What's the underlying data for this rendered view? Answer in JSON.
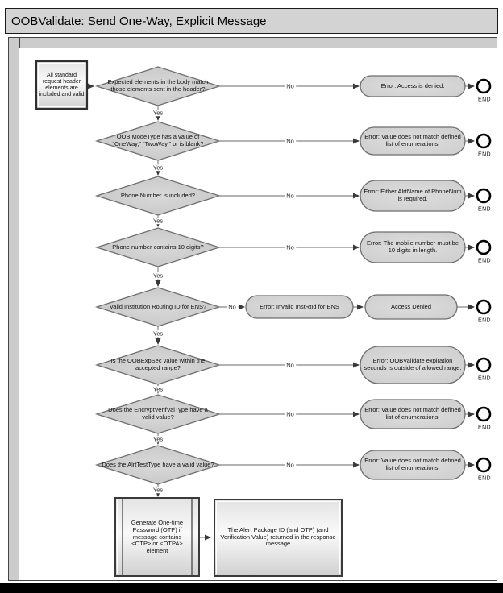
{
  "title": "OOBValidate: Send One-Way, Explicit Message",
  "labels": {
    "yes": "Yes",
    "no": "No",
    "end": "END"
  },
  "start": {
    "text": "All standard request header elements are included and valid"
  },
  "rows": [
    {
      "question": "Expected elements in the body match those elements sent in the header?",
      "error": "Error: Access is denied."
    },
    {
      "question": "OOB ModeType has a value of “OneWay,” “TwoWay,” or is blank?",
      "error": "Error: Value does not match defined list of enumerations."
    },
    {
      "question": "Phone Number is included?",
      "error": "Error: Either AlrtName of PhoneNum is required."
    },
    {
      "question": "Phone number contains 10 digits?",
      "error": "Error: The mobile number must be 10 digits in length."
    },
    {
      "question": "Valid Institution Routing ID for ENS?",
      "error": "Error: Invalid InstRtId for ENS",
      "error2": "Access Denied"
    },
    {
      "question": "Is the OOBExpSec value within the accepted range?",
      "error": "Error: OOBValidate expiration seconds is outside of allowed range."
    },
    {
      "question": "Does the EncryptVerifValType have a valid value?",
      "error": "Error: Value does not match defined list of enumerations."
    },
    {
      "question": "Does the AlrtTestType have a valid value?",
      "error": "Error: Value does not match defined list of enumerations."
    }
  ],
  "final": {
    "process": "Generate One-time Password (OTP) if message contains <OTP> or <OTPA> element",
    "result": "The Alert Package ID (and OTP) (and Verification Value) returned in the response message"
  },
  "colors": {
    "title_bar": "#d3d3d3",
    "shape_fill": "#cdcdcd",
    "shape_border": "#6e6e6e",
    "connector": "#9a9a9a",
    "footer_bar": "#000000"
  }
}
